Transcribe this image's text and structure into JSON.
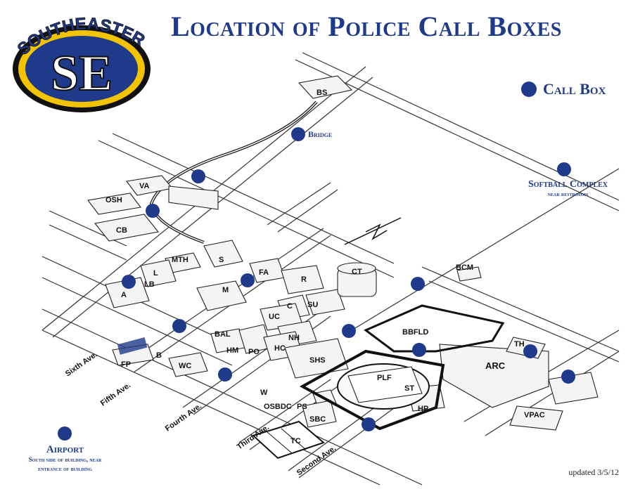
{
  "title": "Location of Police Call Boxes",
  "logo": {
    "top_text": "SOUTHEASTERN",
    "monogram": "SE",
    "colors": {
      "ring": "#f2c400",
      "field": "#1f3a8a"
    }
  },
  "legend": {
    "label": "Call Box",
    "dot_color": "#1f3a8a"
  },
  "callouts": {
    "bridge": "Bridge",
    "softball_title": "Softball Complex",
    "softball_sub": "near restrooms",
    "airport_title": "Airport",
    "airport_sub_1": "South side of building, near",
    "airport_sub_2": "entrance of building"
  },
  "streets": {
    "sixth": "Sixth Ave.",
    "fifth": "Fifth Ave.",
    "fourth": "Fourth Ave.",
    "third": "Third Ave.",
    "second": "Second Ave."
  },
  "buildings": [
    "BS",
    "VA",
    "OSH",
    "CB",
    "MTH",
    "S",
    "L",
    "LB",
    "A",
    "M",
    "FA",
    "R",
    "CT",
    "BCM",
    "C",
    "SU",
    "UC",
    "NH",
    "BAL",
    "HM",
    "PO",
    "HC",
    "B",
    "FP",
    "WC",
    "SHS",
    "BBFLD",
    "PLF",
    "ST",
    "HP",
    "ARC",
    "TH",
    "VPAC",
    "W",
    "OSBDC",
    "PS",
    "SBC",
    "TC"
  ],
  "updated": "updated 3/5/12"
}
